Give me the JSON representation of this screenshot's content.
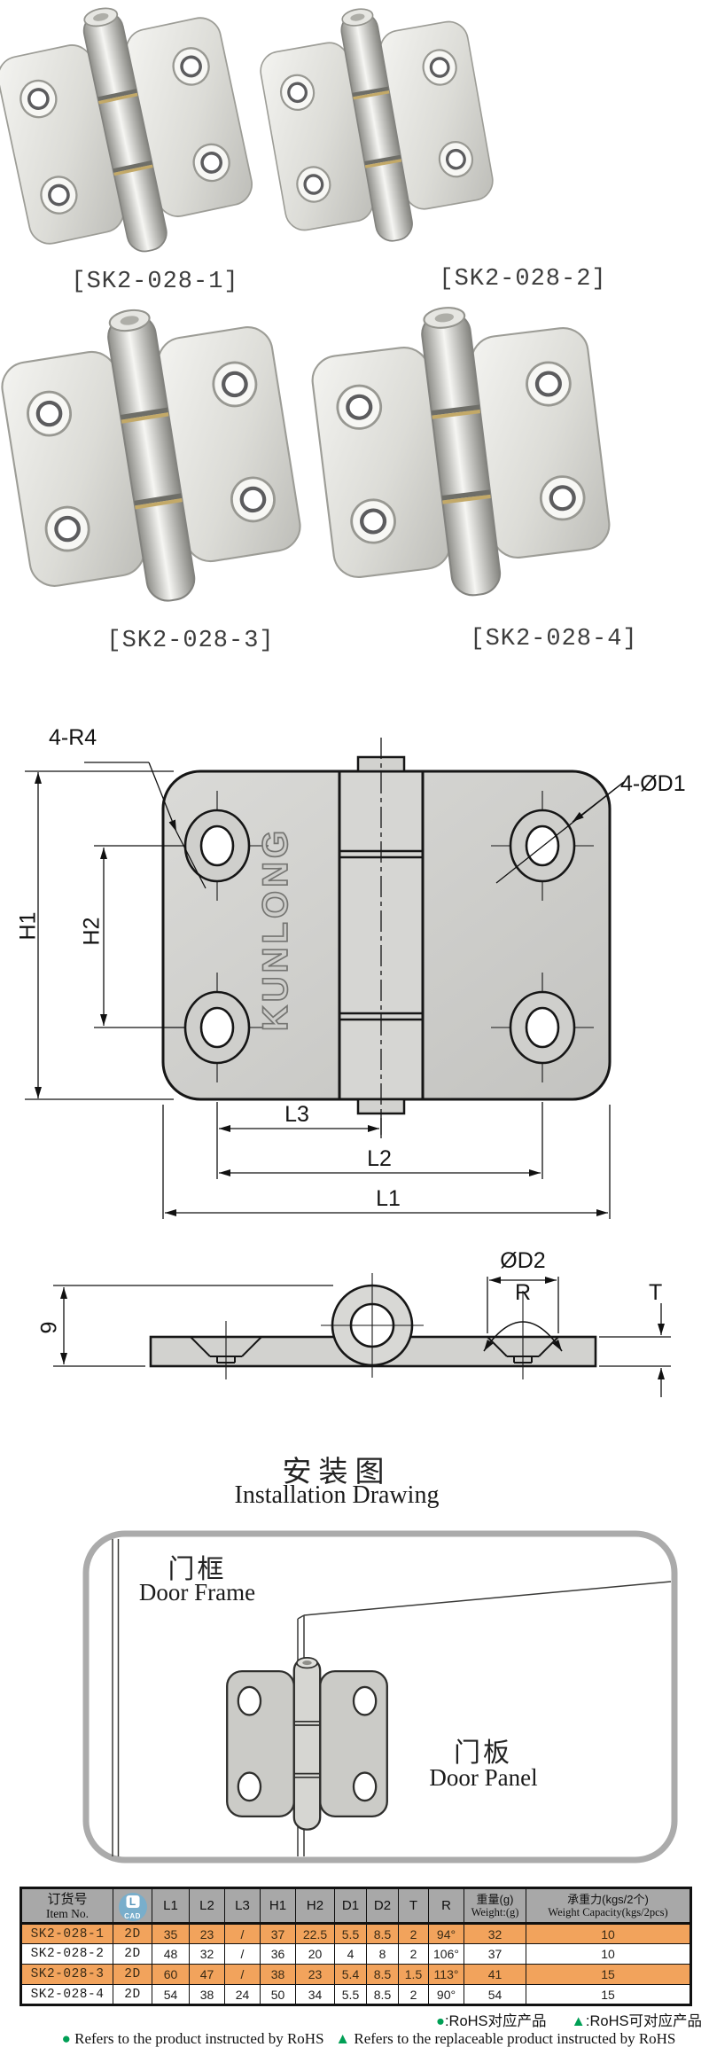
{
  "colors": {
    "accent_orange": "#F2A35C",
    "table_header_gray": "#A8A8A8",
    "rohs_green": "#009F55",
    "cad_icon_blue": "#79AECB",
    "drawing_line": "#161616"
  },
  "products": [
    {
      "label": "[SK2-028-1]"
    },
    {
      "label": "[SK2-028-2]"
    },
    {
      "label": "[SK2-028-3]"
    },
    {
      "label": "[SK2-028-4]"
    }
  ],
  "drawing": {
    "brand": "KUNLONG",
    "front": {
      "corner_label": "4-R4",
      "hole_label": "4-ØD1",
      "h1": "H1",
      "h2": "H2",
      "l3": "L3",
      "l2": "L2",
      "l1": "L1"
    },
    "side": {
      "height": "9",
      "d2": "ØD2",
      "r": "R",
      "t": "T"
    }
  },
  "installation": {
    "title_zh": "安装图",
    "title_en": "Installation Drawing",
    "door_frame_zh": "门框",
    "door_frame_en": "Door Frame",
    "door_panel_zh": "门板",
    "door_panel_en": "Door Panel"
  },
  "table": {
    "header": {
      "item_zh": "订货号",
      "item_en": "Item No.",
      "cad": "CAD",
      "cad_letter": "L",
      "dims": [
        "L1",
        "L2",
        "L3",
        "H1",
        "H2",
        "D1",
        "D2",
        "T",
        "R"
      ],
      "weight_zh": "重量(g)",
      "weight_en": "Weight:(g)",
      "capacity_zh": "承重力(kgs/2个)",
      "capacity_en": "Weight Capacity(kgs/2pcs)"
    },
    "rows": [
      {
        "item": "SK2-028-1",
        "cad": "2D",
        "values": [
          "35",
          "23",
          "/",
          "37",
          "22.5",
          "5.5",
          "8.5",
          "2",
          "94°"
        ],
        "weight": "32",
        "capacity": "10"
      },
      {
        "item": "SK2-028-2",
        "cad": "2D",
        "values": [
          "48",
          "32",
          "/",
          "36",
          "20",
          "4",
          "8",
          "2",
          "106°"
        ],
        "weight": "37",
        "capacity": "10"
      },
      {
        "item": "SK2-028-3",
        "cad": "2D",
        "values": [
          "60",
          "47",
          "/",
          "38",
          "23",
          "5.4",
          "8.5",
          "1.5",
          "113°"
        ],
        "weight": "41",
        "capacity": "15"
      },
      {
        "item": "SK2-028-4",
        "cad": "2D",
        "values": [
          "54",
          "38",
          "24",
          "50",
          "34",
          "5.5",
          "8.5",
          "2",
          "90°"
        ],
        "weight": "54",
        "capacity": "15"
      }
    ]
  },
  "footer": {
    "dot": "●",
    "tri": "▲",
    "zh_dot": ":RoHS对应产品",
    "zh_tri": ":RoHS可对应产品",
    "en_dot": "Refers to the product instructed by RoHS",
    "en_tri": "Refers to the replaceable product instructed by RoHS"
  }
}
